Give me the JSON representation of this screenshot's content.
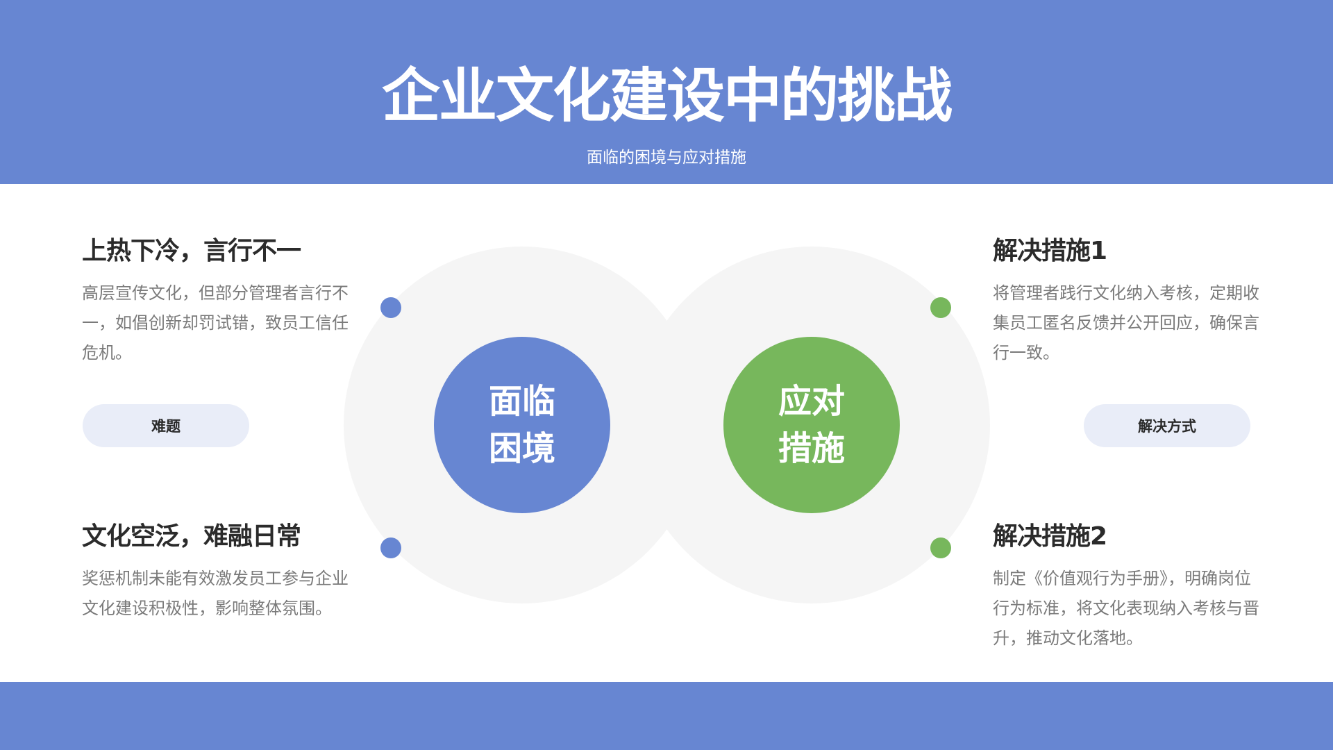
{
  "header": {
    "title": "企业文化建设中的挑战",
    "subtitle": "面临的困境与应对措施"
  },
  "colors": {
    "primary_blue": "#6786d2",
    "accent_green": "#77b75c",
    "circle_bg": "#f5f5f5",
    "pill_bg": "#e9edf8"
  },
  "center": {
    "left_circle": "面临\n困境",
    "right_circle": "应对\n措施"
  },
  "left": {
    "items": [
      {
        "heading": "上热下冷，言行不一",
        "text": "高层宣传文化，但部分管理者言行不一，如倡创新却罚试错，致员工信任危机。"
      },
      {
        "heading": "文化空泛，难融日常",
        "text": "奖惩机制未能有效激发员工参与企业文化建设积极性，影响整体氛围。"
      }
    ],
    "pill": "难题"
  },
  "right": {
    "items": [
      {
        "heading": "解决措施1",
        "text": "将管理者践行文化纳入考核，定期收集员工匿名反馈并公开回应，确保言行一致。"
      },
      {
        "heading": "解决措施2",
        "text": "制定《价值观行为手册》，明确岗位行为标准，将文化表现纳入考核与晋升，推动文化落地。"
      }
    ],
    "pill": "解决方式"
  }
}
